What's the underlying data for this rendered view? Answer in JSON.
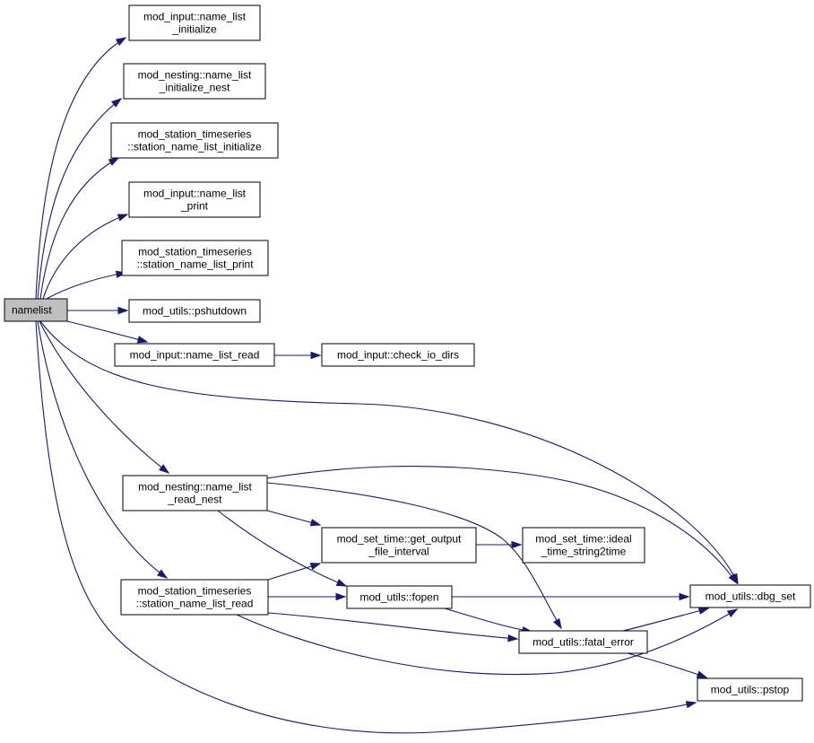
{
  "diagram": {
    "nodes": [
      {
        "id": "namelist",
        "lines": [
          "namelist"
        ],
        "root": true
      },
      {
        "id": "mi_nli",
        "lines": [
          "mod_input::name_list",
          "_initialize"
        ]
      },
      {
        "id": "mn_nlin",
        "lines": [
          "mod_nesting::name_list",
          "_initialize_nest"
        ]
      },
      {
        "id": "mst_nli",
        "lines": [
          "mod_station_timeseries",
          "::station_name_list_initialize"
        ]
      },
      {
        "id": "mi_nlp",
        "lines": [
          "mod_input::name_list",
          "_print"
        ]
      },
      {
        "id": "mst_nlp",
        "lines": [
          "mod_station_timeseries",
          "::station_name_list_print"
        ]
      },
      {
        "id": "mu_pshutdown",
        "lines": [
          "mod_utils::pshutdown"
        ]
      },
      {
        "id": "mi_nlr",
        "lines": [
          "mod_input::name_list_read"
        ]
      },
      {
        "id": "mi_cid",
        "lines": [
          "mod_input::check_io_dirs"
        ]
      },
      {
        "id": "mn_nlrn",
        "lines": [
          "mod_nesting::name_list",
          "_read_nest"
        ]
      },
      {
        "id": "mst_gofi",
        "lines": [
          "mod_set_time::get_output",
          "_file_interval"
        ]
      },
      {
        "id": "mst_its",
        "lines": [
          "mod_set_time::ideal",
          "_time_string2time"
        ]
      },
      {
        "id": "mst_nlr",
        "lines": [
          "mod_station_timeseries",
          "::station_name_list_read"
        ]
      },
      {
        "id": "mu_fopen",
        "lines": [
          "mod_utils::fopen"
        ]
      },
      {
        "id": "mu_dbg",
        "lines": [
          "mod_utils::dbg_set"
        ]
      },
      {
        "id": "mu_fatal",
        "lines": [
          "mod_utils::fatal_error"
        ]
      },
      {
        "id": "mu_pstop",
        "lines": [
          "mod_utils::pstop"
        ]
      }
    ],
    "edges": [
      {
        "from": "namelist",
        "to": "mi_nli"
      },
      {
        "from": "namelist",
        "to": "mn_nlin"
      },
      {
        "from": "namelist",
        "to": "mst_nli"
      },
      {
        "from": "namelist",
        "to": "mi_nlp"
      },
      {
        "from": "namelist",
        "to": "mst_nlp"
      },
      {
        "from": "namelist",
        "to": "mu_pshutdown"
      },
      {
        "from": "namelist",
        "to": "mi_nlr"
      },
      {
        "from": "namelist",
        "to": "mu_dbg"
      },
      {
        "from": "namelist",
        "to": "mn_nlrn"
      },
      {
        "from": "namelist",
        "to": "mst_nlr"
      },
      {
        "from": "namelist",
        "to": "mu_pstop"
      },
      {
        "from": "mi_nlr",
        "to": "mi_cid"
      },
      {
        "from": "mn_nlrn",
        "to": "mu_dbg"
      },
      {
        "from": "mn_nlrn",
        "to": "mst_gofi"
      },
      {
        "from": "mn_nlrn",
        "to": "mu_fopen"
      },
      {
        "from": "mn_nlrn",
        "to": "mu_fatal"
      },
      {
        "from": "mst_gofi",
        "to": "mst_its"
      },
      {
        "from": "mst_nlr",
        "to": "mst_gofi"
      },
      {
        "from": "mst_nlr",
        "to": "mu_fopen"
      },
      {
        "from": "mst_nlr",
        "to": "mu_fatal"
      },
      {
        "from": "mst_nlr",
        "to": "mu_dbg"
      },
      {
        "from": "mu_fopen",
        "to": "mu_dbg"
      },
      {
        "from": "mu_fopen",
        "to": "mu_fatal"
      },
      {
        "from": "mu_fatal",
        "to": "mu_dbg"
      },
      {
        "from": "mu_fatal",
        "to": "mu_pstop"
      }
    ]
  }
}
